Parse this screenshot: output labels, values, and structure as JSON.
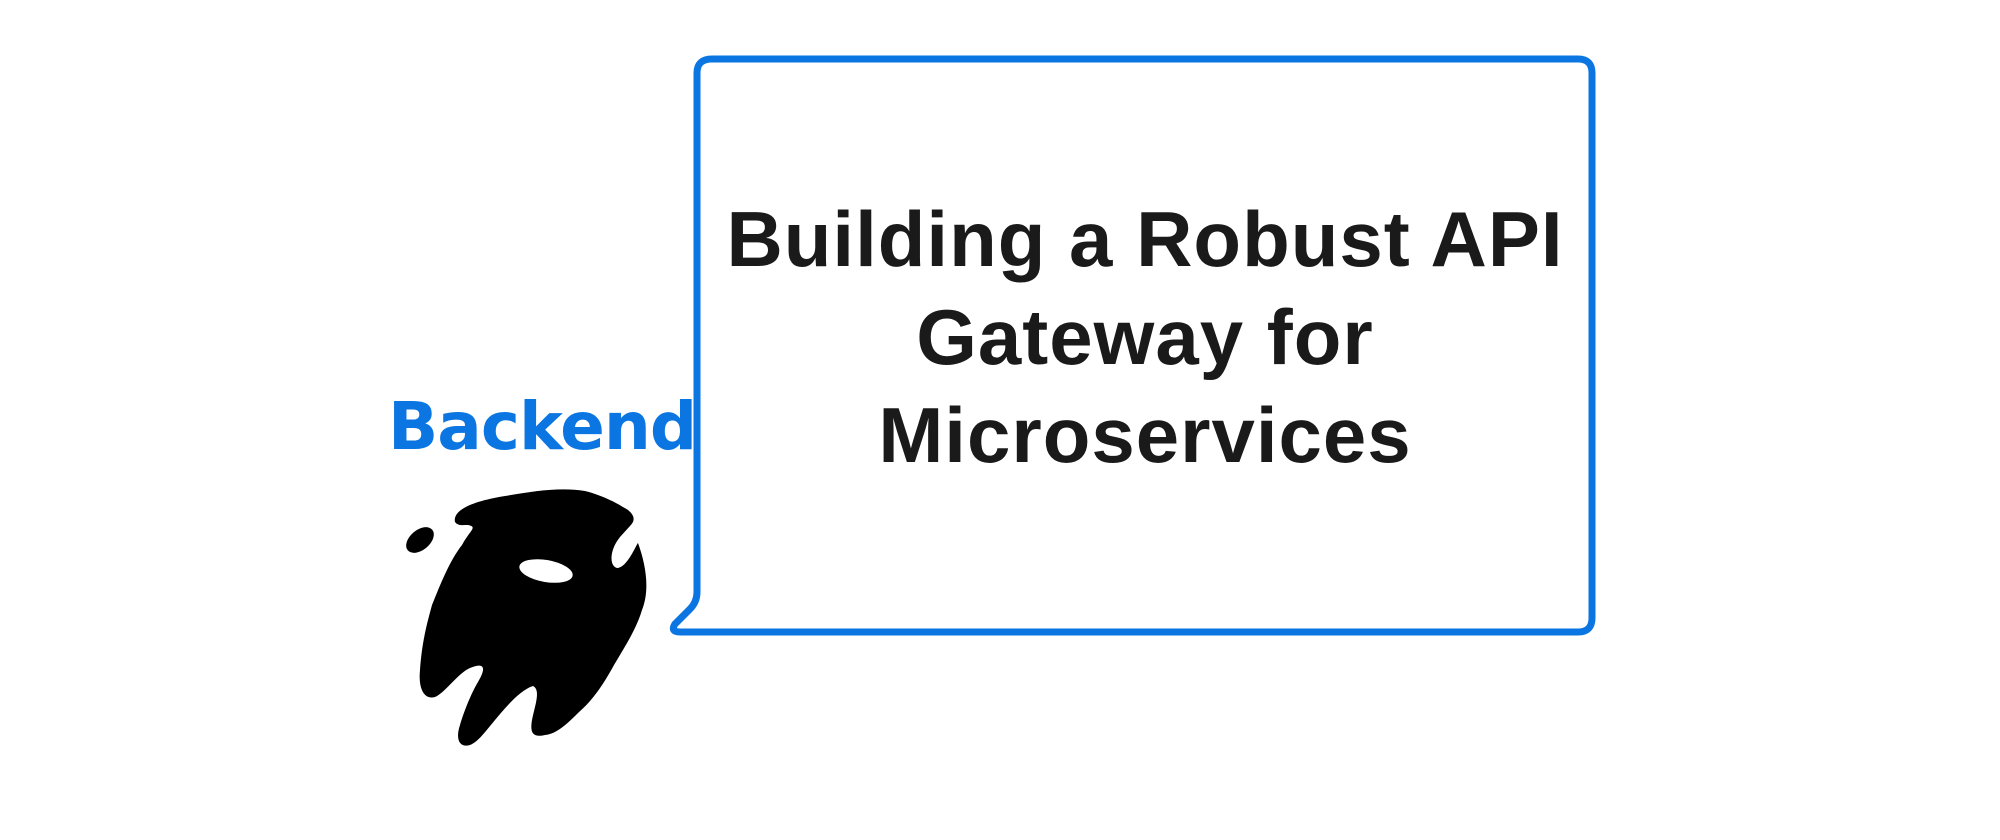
{
  "title": {
    "lines": [
      "Building a Robust API",
      "Gateway for",
      "Microservices"
    ]
  },
  "tag": "Backend",
  "colors": {
    "accent": "#0b76e2",
    "text": "#1a1a1a",
    "mascot": "#000000"
  },
  "icons": {
    "mascot": "ghost-mascot-icon"
  }
}
